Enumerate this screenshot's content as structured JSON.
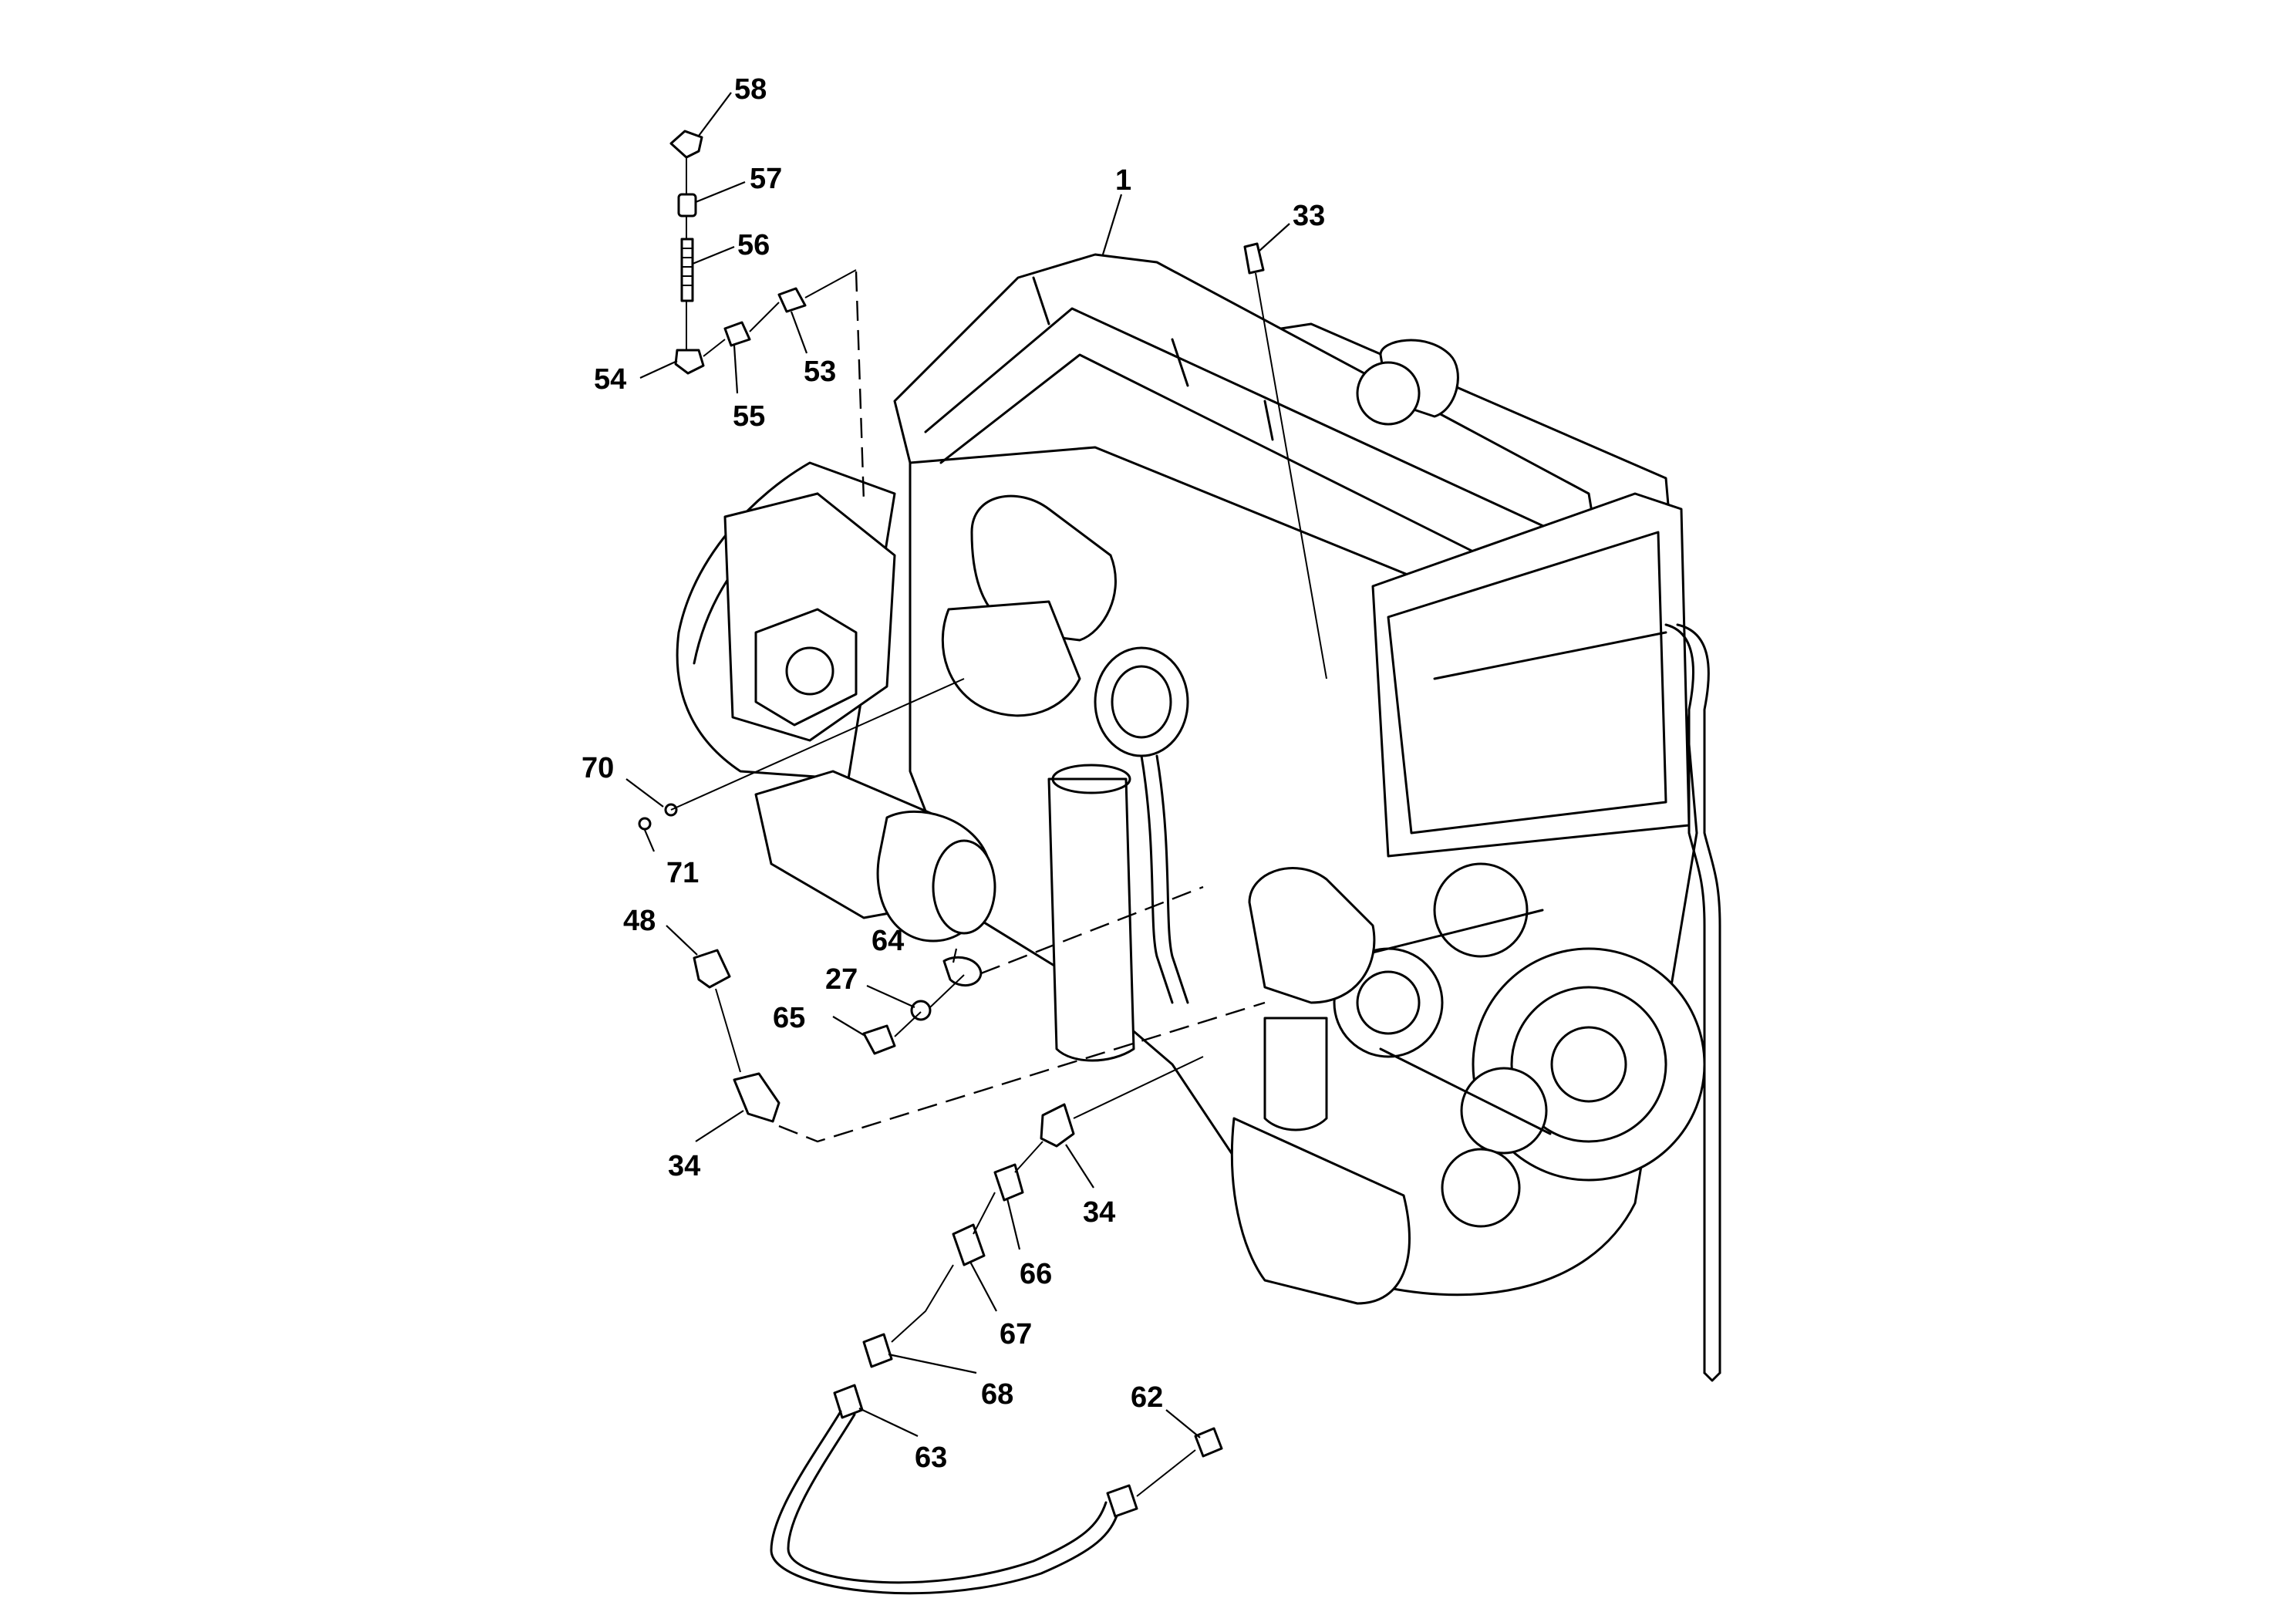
{
  "diagram": {
    "type": "exploded-parts-drawing",
    "subject": "engine",
    "callouts": [
      {
        "id": "c58",
        "text": "58"
      },
      {
        "id": "c57",
        "text": "57"
      },
      {
        "id": "c56",
        "text": "56"
      },
      {
        "id": "c53",
        "text": "53"
      },
      {
        "id": "c54",
        "text": "54"
      },
      {
        "id": "c55",
        "text": "55"
      },
      {
        "id": "c1",
        "text": "1"
      },
      {
        "id": "c33",
        "text": "33"
      },
      {
        "id": "c70",
        "text": "70"
      },
      {
        "id": "c71",
        "text": "71"
      },
      {
        "id": "c48",
        "text": "48"
      },
      {
        "id": "c64",
        "text": "64"
      },
      {
        "id": "c27",
        "text": "27"
      },
      {
        "id": "c65",
        "text": "65"
      },
      {
        "id": "c34a",
        "text": "34"
      },
      {
        "id": "c34b",
        "text": "34"
      },
      {
        "id": "c66",
        "text": "66"
      },
      {
        "id": "c67",
        "text": "67"
      },
      {
        "id": "c68",
        "text": "68"
      },
      {
        "id": "c63",
        "text": "63"
      },
      {
        "id": "c62",
        "text": "62"
      }
    ]
  }
}
